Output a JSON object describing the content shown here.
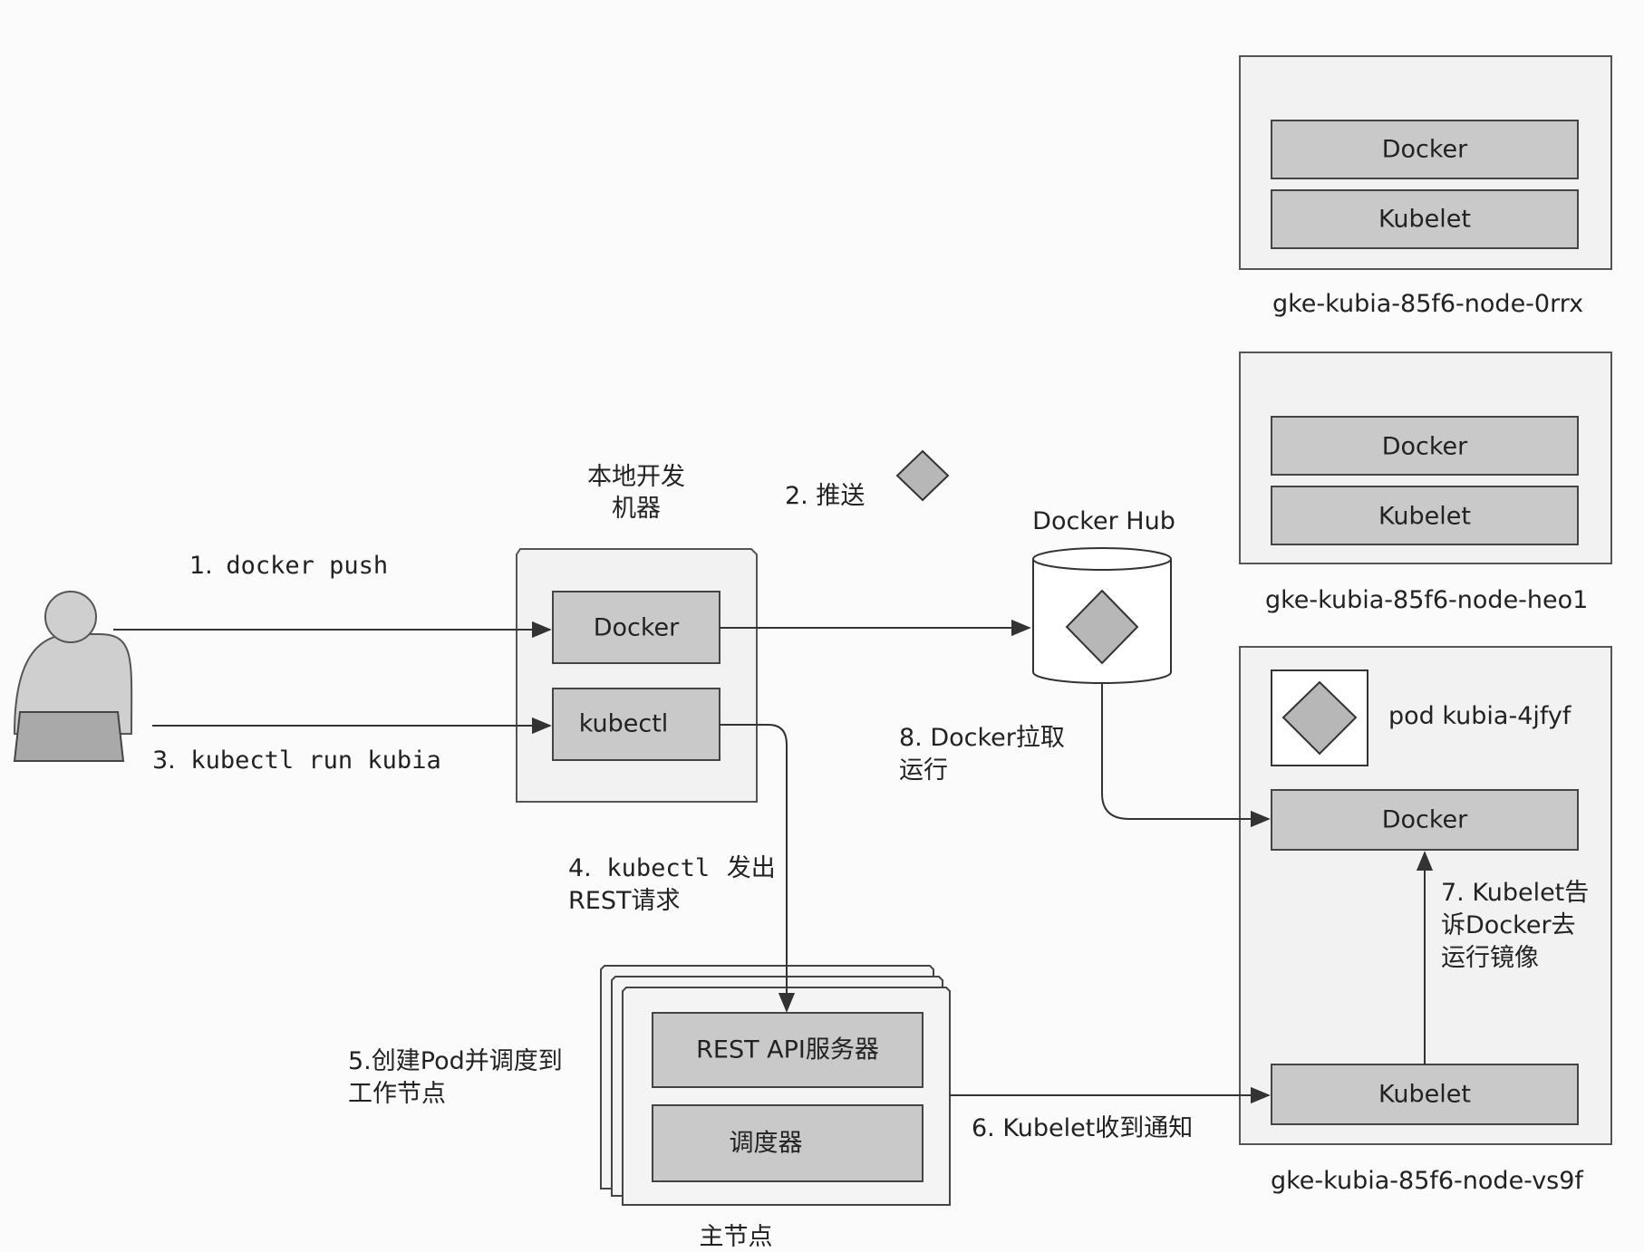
{
  "dev_machine": {
    "title_line1": "本地开发",
    "title_line2": "机器",
    "docker": "Docker",
    "kubectl": "kubectl"
  },
  "docker_hub": {
    "title": "Docker Hub"
  },
  "master": {
    "api_server": "REST API服务器",
    "scheduler": "调度器",
    "caption": "主节点"
  },
  "nodes": [
    {
      "name": "gke-kubia-85f6-node-0rrx",
      "docker": "Docker",
      "kubelet": "Kubelet"
    },
    {
      "name": "gke-kubia-85f6-node-heo1",
      "docker": "Docker",
      "kubelet": "Kubelet"
    },
    {
      "name": "gke-kubia-85f6-node-vs9f",
      "docker": "Docker",
      "kubelet": "Kubelet",
      "pod": "pod kubia-4jfyf"
    }
  ],
  "steps": {
    "s1_num": "1.",
    "s1_cmd": "docker push",
    "s2": "2. 推送",
    "s3_num": "3.",
    "s3_cmd": "kubectl run kubia",
    "s4_num": "4.",
    "s4_cmd": "kubectl",
    "s4_text": "发出",
    "s4_line2": "REST请求",
    "s5_line1": "5.创建Pod并调度到",
    "s5_line2": "工作节点",
    "s6": "6.  Kubelet收到通知",
    "s7_line1": "7. Kubelet告",
    "s7_line2": "诉Docker去",
    "s7_line3": "运行镜像",
    "s8_line1": "8. Docker拉取",
    "s8_line2": "运行"
  }
}
